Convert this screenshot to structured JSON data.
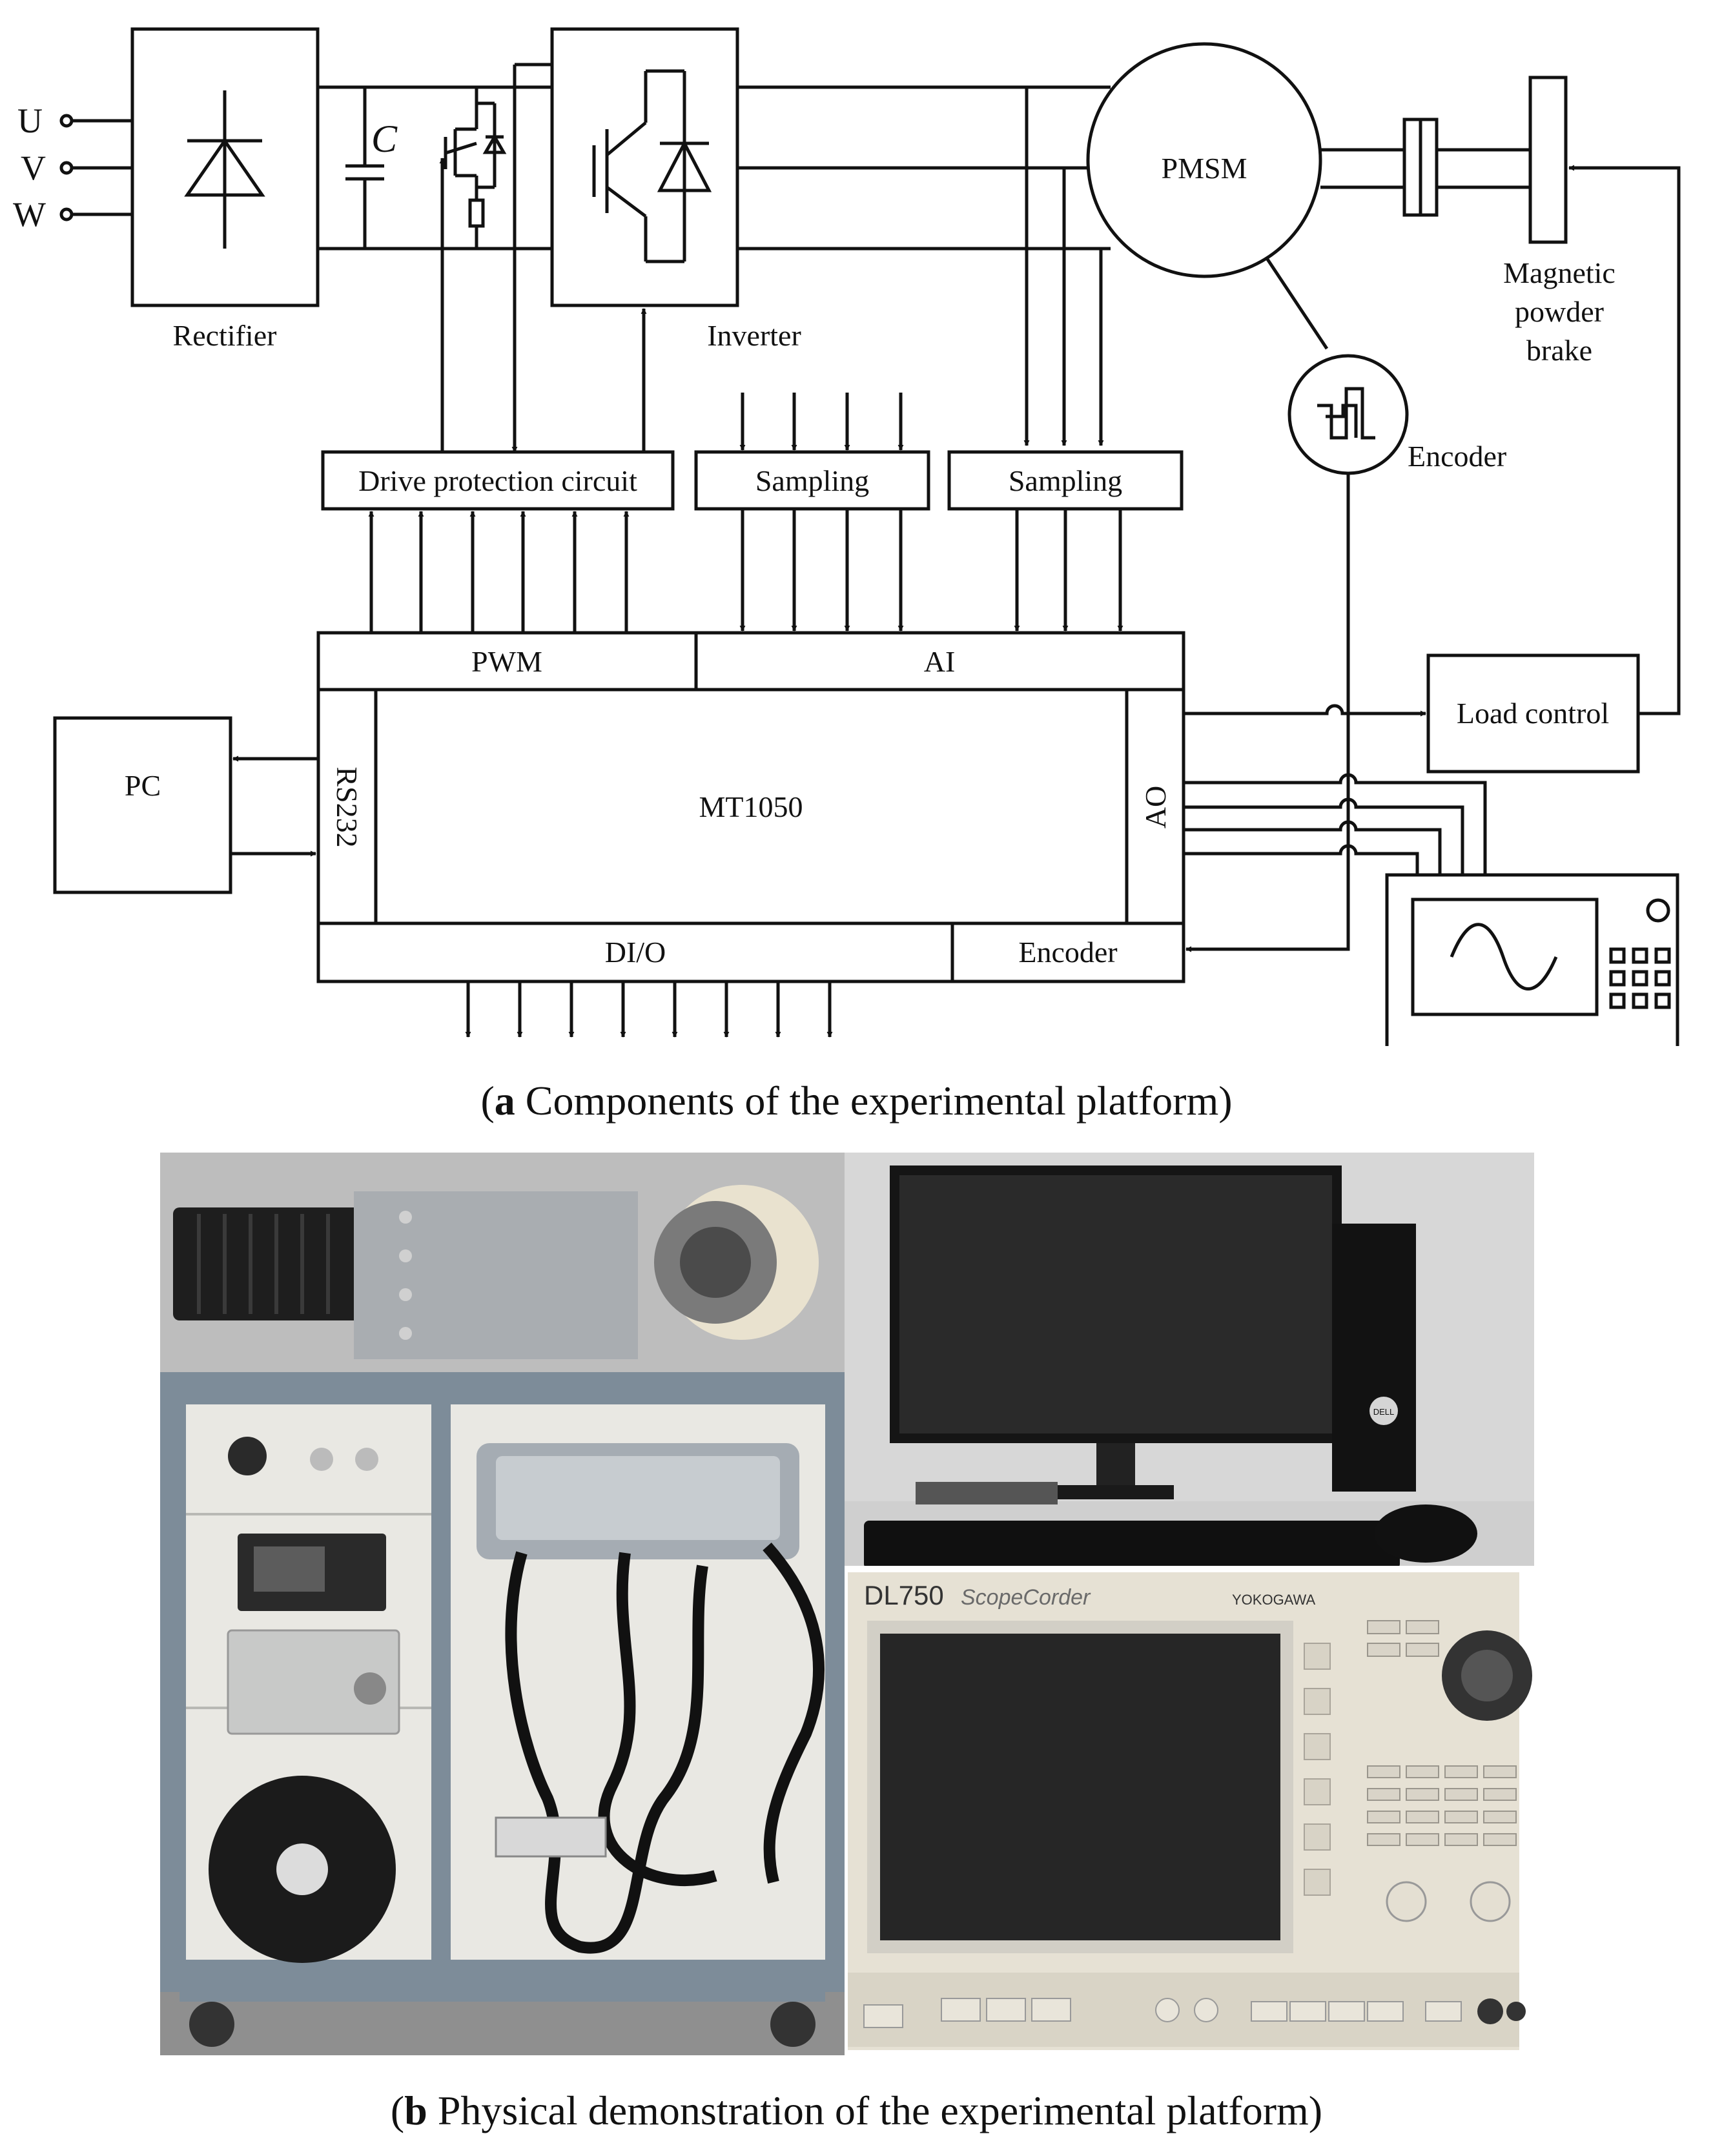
{
  "figure": {
    "inputs": [
      "U",
      "V",
      "W"
    ],
    "capacitor_label": "C",
    "rectifier": "Rectifier",
    "inverter": "Inverter",
    "motor": "PMSM",
    "brake": [
      "Magnetic",
      "powder",
      "brake"
    ],
    "encoder_sensor": "Encoder",
    "drive_protection": "Drive protection circuit",
    "sampling_1": "Sampling",
    "sampling_2": "Sampling",
    "pc": "PC",
    "load_control": "Load control",
    "controller": {
      "pwm": "PWM",
      "ai": "AI",
      "rs232": "RS232",
      "name": "MT1050",
      "ao": "AO",
      "dio": "DI/O",
      "encoder": "Encoder"
    }
  },
  "captions": {
    "a_letter": "a",
    "a_text": " Components of the experimental platform",
    "b_letter": "b",
    "b_text": " Physical demonstration of the experimental platform"
  },
  "photo": {
    "scope_brand": "DL750",
    "scope_series": "ScopeCorder",
    "scope_maker": "YOKOGAWA",
    "pc_brand": "DELL"
  },
  "colors": {
    "line": "#111111",
    "cabinet": "#7d8c99",
    "panel": "#e9e8e3",
    "scope_body": "#e6e1d4",
    "screen": "#262626",
    "background_photo": "#cfcfcf"
  }
}
